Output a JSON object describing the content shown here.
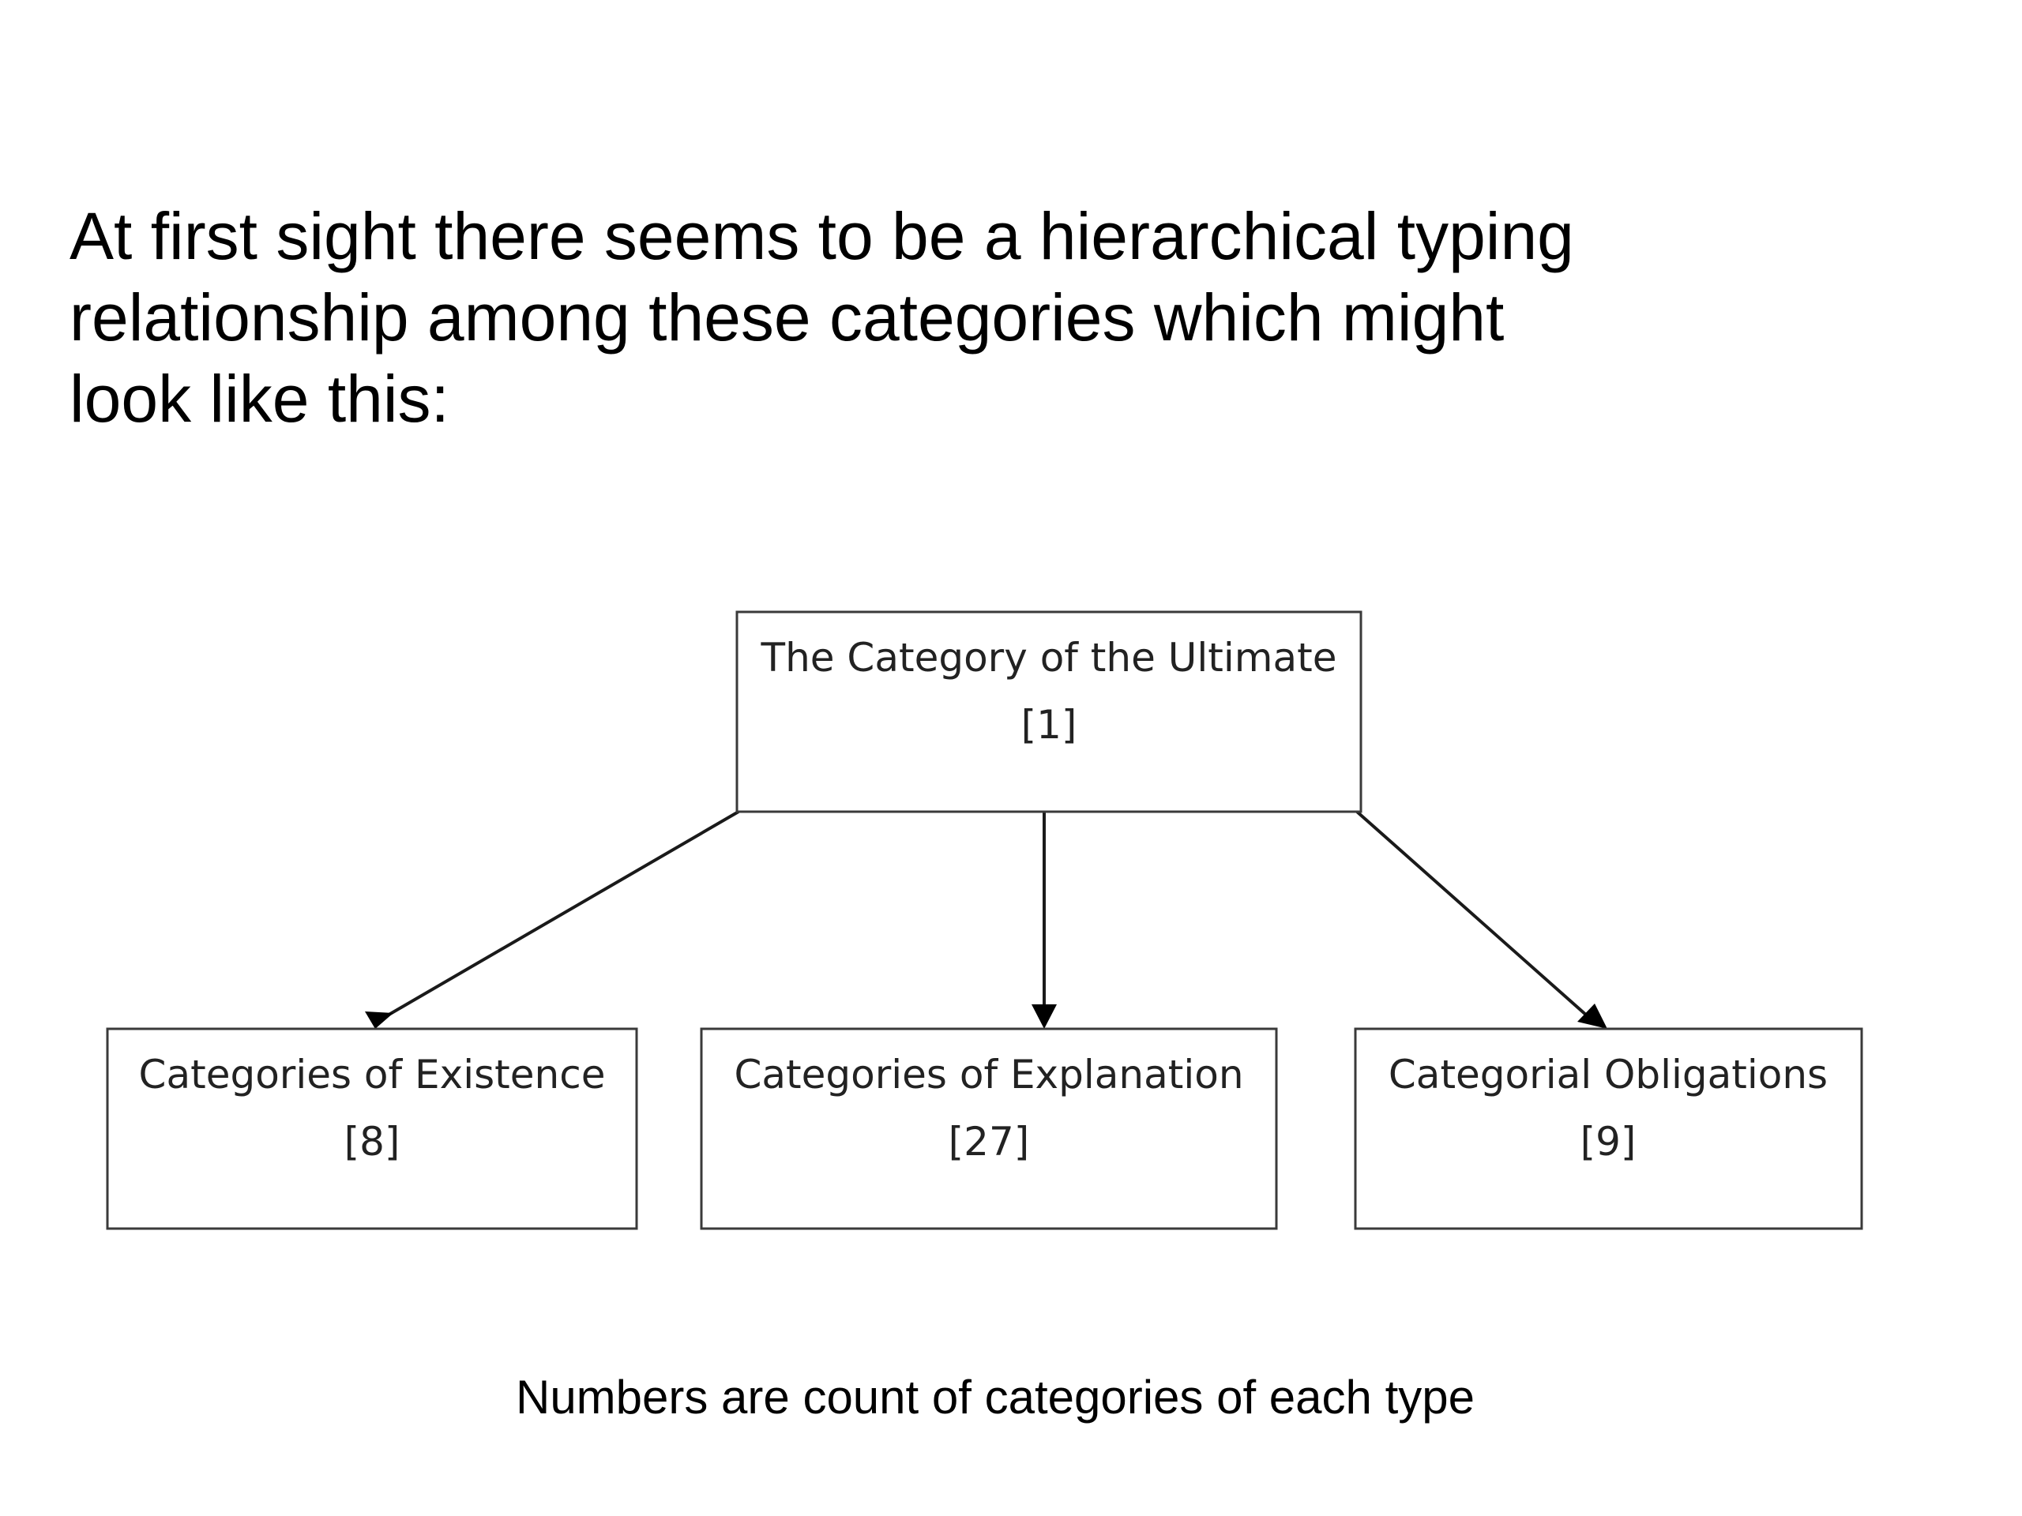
{
  "intro": {
    "lines": [
      "At first sight there seems to be a hierarchical typing",
      "relationship among these categories which might",
      "look like this:"
    ]
  },
  "diagram": {
    "root": {
      "label": "The Category of the Ultimate",
      "count": "[1]"
    },
    "children": [
      {
        "label": "Categories of Existence",
        "count": "[8]"
      },
      {
        "label": "Categories of Explanation",
        "count": "[27]"
      },
      {
        "label": "Categorial Obligations",
        "count": "[9]"
      }
    ]
  },
  "caption": "Numbers are count of categories of each type"
}
